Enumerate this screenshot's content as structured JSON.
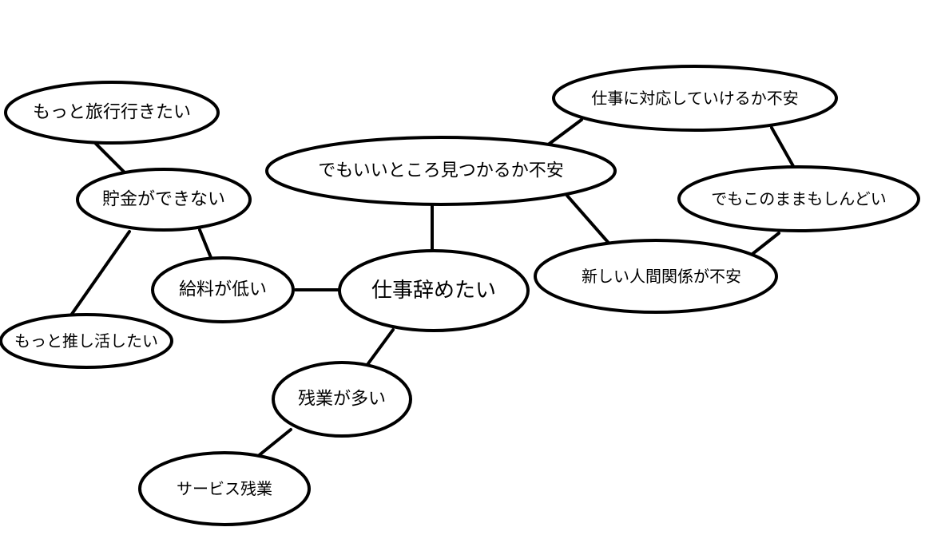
{
  "diagram": {
    "nodes": {
      "center": "仕事辞めたい",
      "low_salary": "給料が低い",
      "no_savings": "貯金ができない",
      "travel": "もっと旅行行きたい",
      "oshi": "もっと推し活したい",
      "overtime": "残業が多い",
      "service_overtime": "サービス残業",
      "find_job": "でもいいところ見つかるか不安",
      "adapt_work": "仕事に対応していけるか不安",
      "relationships": "新しい人間関係が不安",
      "tiring": "でもこのままもしんどい"
    }
  }
}
